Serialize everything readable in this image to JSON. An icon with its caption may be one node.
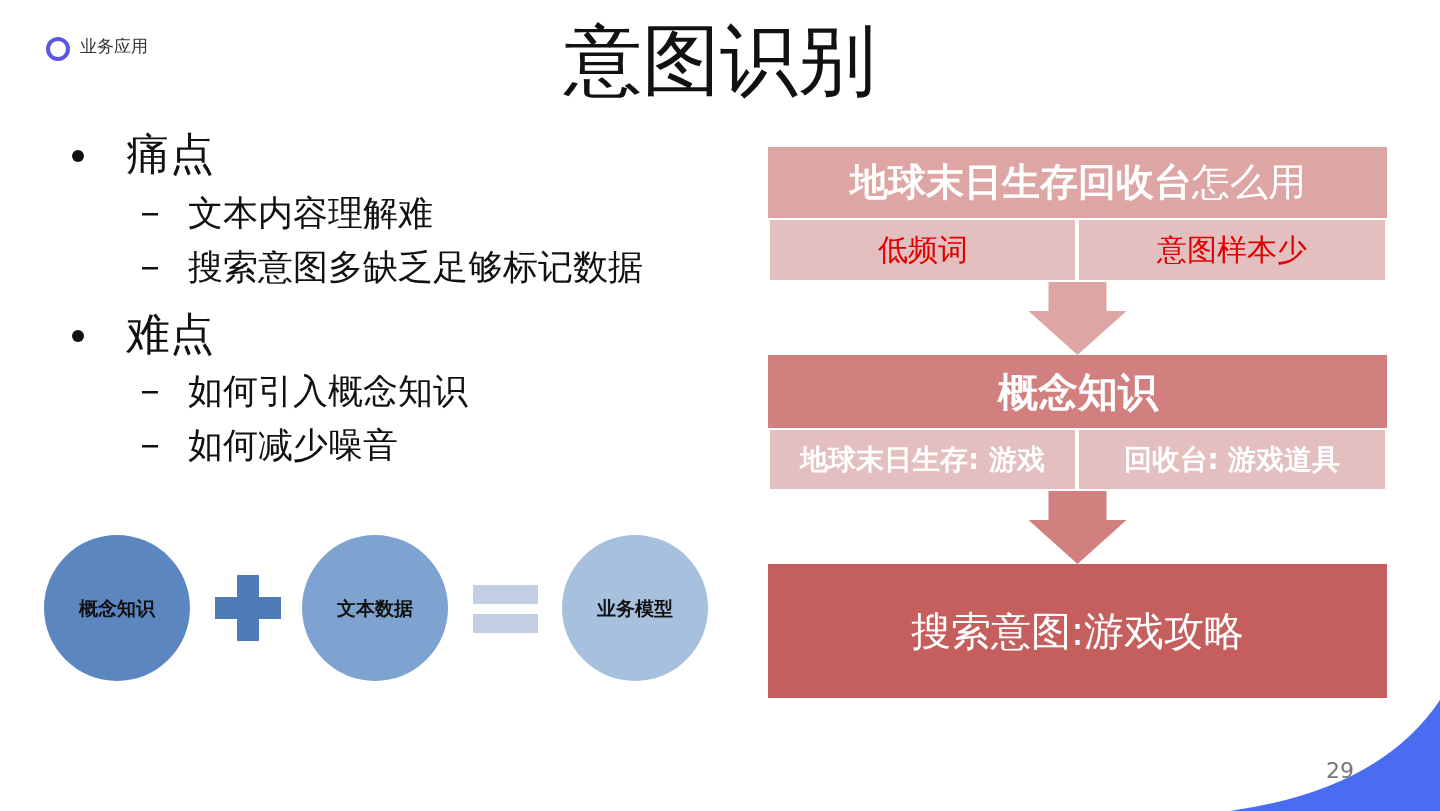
{
  "diagram": {
    "title": "意图识别",
    "nodes": [
      {
        "text": [
          "**地球末日生存回收台**怎么用"
        ]
      },
      {
        "text": [
          "低频词"
        ],
        "in": 0
      },
      {
        "text": [
          "意图样本少"
        ],
        "in": 0
      },
      {
        "text": [
          "概念知识"
        ]
      },
      {
        "text": [
          "地球末日生存: 游戏"
        ],
        "in": 3
      },
      {
        "text": [
          "回收台: 游戏道具"
        ],
        "in": 3
      },
      {
        "text": [
          "搜索意图:游戏攻略"
        ]
      },
      {
        "text": [
          "概念知识"
        ]
      },
      {
        "text": [
          "文本数据"
        ]
      },
      {
        "text": [
          "业务模型"
        ]
      }
    ],
    "edges": [
      {
        "from": 0,
        "to": 3,
        "arrow": "to",
        "color": "#dea5a5"
      },
      {
        "from": 3,
        "to": 6,
        "arrow": "to",
        "color": "#d27f80"
      }
    ],
    "labels": [
      "业务应用",
      "痛点",
      "文本内容理解难",
      "搜索意图多缺乏足够标记数据",
      "难点",
      "如何引入概念知识",
      "如何减少噪音",
      "29"
    ]
  }
}
